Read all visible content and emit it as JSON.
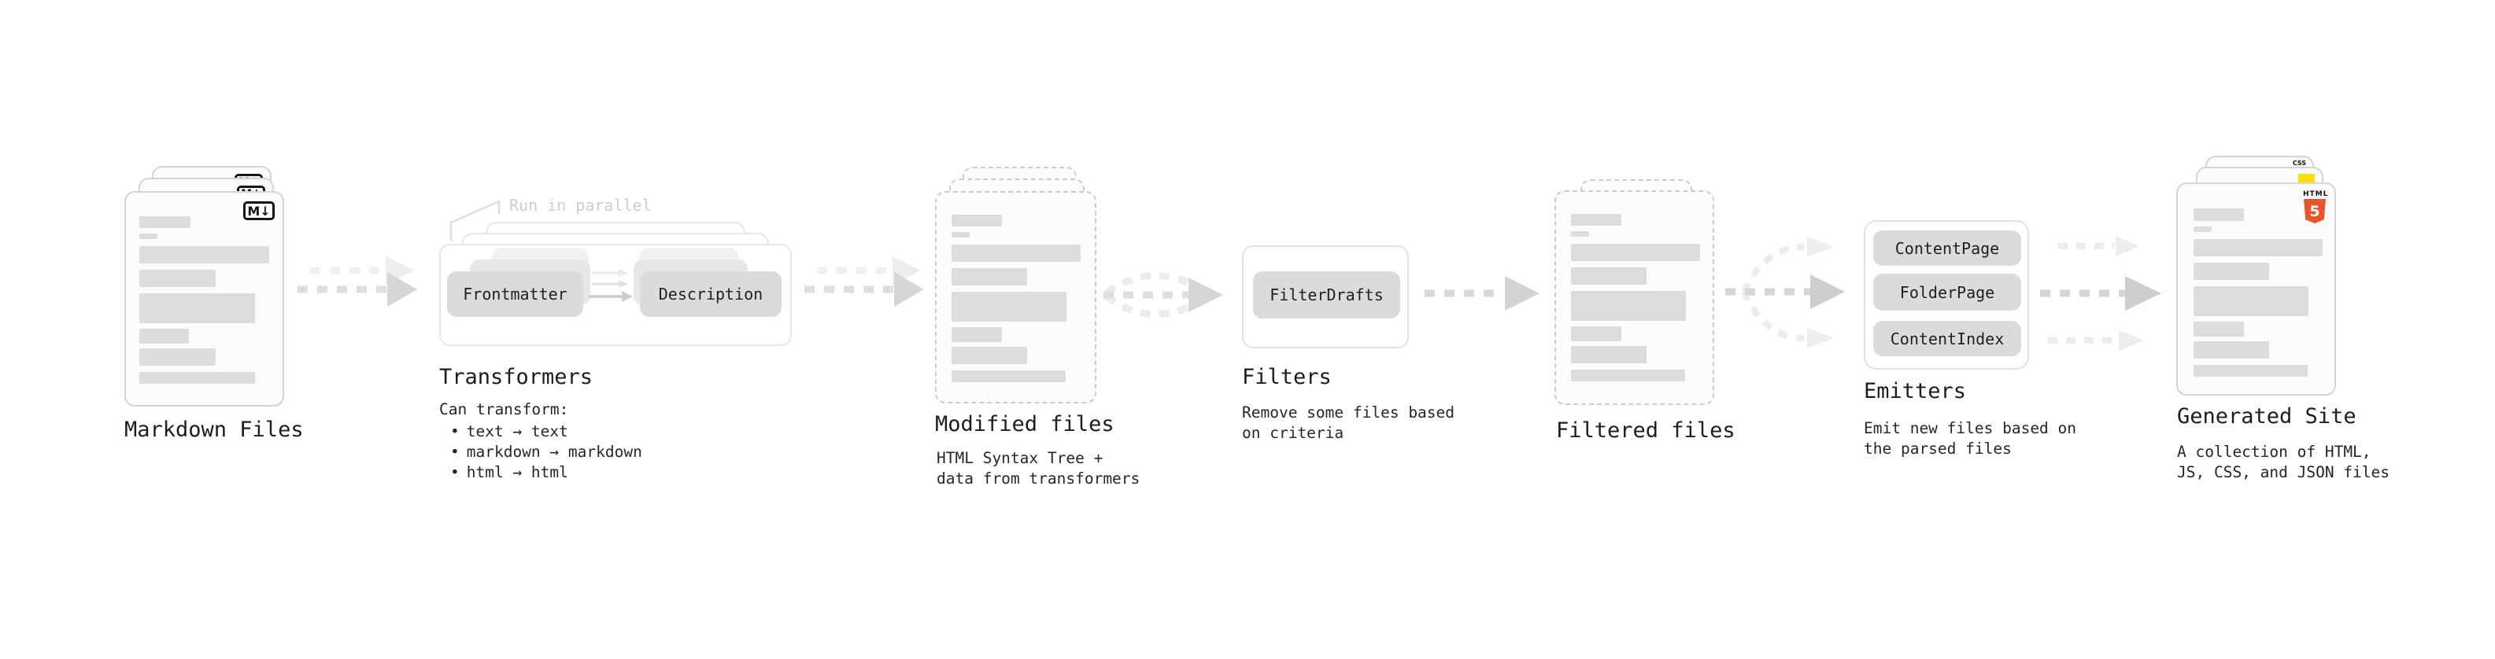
{
  "diagram": {
    "bullet": "•",
    "stages": {
      "markdown_files": {
        "title": "Markdown Files"
      },
      "transformers": {
        "title": "Transformers",
        "note": "Run in parallel",
        "chips": [
          "Frontmatter",
          "Description"
        ],
        "caption": "Can transform:",
        "bullets": [
          "text → text",
          "markdown → markdown",
          "html → html"
        ]
      },
      "modified_files": {
        "title": "Modified files",
        "subtitle": [
          "HTML Syntax Tree +",
          "data from transformers"
        ]
      },
      "filters": {
        "title": "Filters",
        "chips": [
          "FilterDrafts"
        ],
        "subtitle": [
          "Remove some files based",
          "on criteria"
        ]
      },
      "filtered_files": {
        "title": "Filtered files"
      },
      "emitters": {
        "title": "Emitters",
        "chips": [
          "ContentPage",
          "FolderPage",
          "ContentIndex"
        ],
        "subtitle": [
          "Emit new files based on",
          "the parsed files"
        ]
      },
      "generated_site": {
        "title": "Generated Site",
        "subtitle": [
          "A collection of HTML,",
          "JS, CSS, and JSON files"
        ]
      }
    },
    "icons": {
      "markdown": "M↓",
      "css": "CSS",
      "html5_wordmark": "HTML",
      "html5_numeral": "5"
    },
    "colors": {
      "accent_html5_orange": "#e8532c",
      "accent_js_yellow": "#ffdf00",
      "accent_css_blue": "#2d6fe4",
      "muted_gray": "#dcdcdc"
    }
  }
}
